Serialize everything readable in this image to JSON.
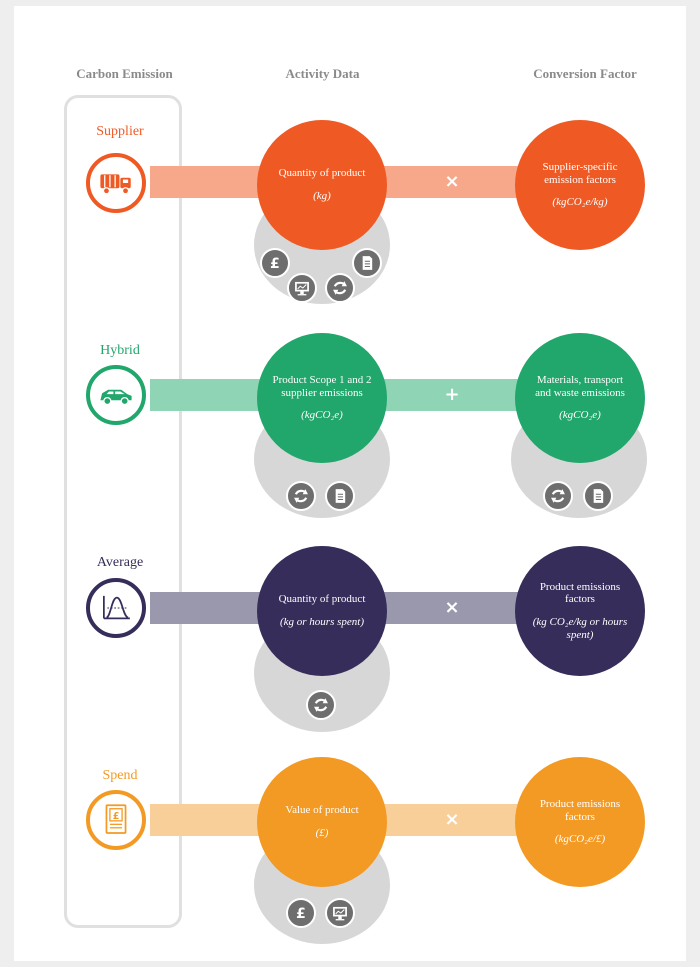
{
  "headers": {
    "carbon_emission": "Carbon Emission",
    "activity_data": "Activity Data",
    "conversion_factor": "Conversion Factor"
  },
  "rows": [
    {
      "category": "Supplier",
      "color": "#ef5a24",
      "band_color": "#f7a88a",
      "category_icon": "truck-icon",
      "operator": "×",
      "activity": {
        "text": "Quantity of product",
        "unit": "(kg)",
        "icons": [
          "pound-icon",
          "document-icon",
          "monitor-chart-icon",
          "refresh-icon"
        ]
      },
      "factor": {
        "text": "Supplier-specific emission factors",
        "unit": "(kgCO₂e/kg)",
        "icons": []
      }
    },
    {
      "category": "Hybrid",
      "color": "#21a66b",
      "band_color": "#8fd4b4",
      "category_icon": "car-icon",
      "operator": "+",
      "activity": {
        "text": "Product Scope 1 and 2 supplier emissions",
        "unit": "(kgCO₂e)",
        "icons": [
          "refresh-icon",
          "document-icon"
        ]
      },
      "factor": {
        "text": "Materials, transport and waste emissions",
        "unit": "(kgCO₂e)",
        "icons": [
          "refresh-icon",
          "document-icon"
        ]
      }
    },
    {
      "category": "Average",
      "color": "#372d5a",
      "band_color": "#9a98ad",
      "category_icon": "bell-curve-icon",
      "operator": "×",
      "activity": {
        "text": "Quantity of product",
        "unit": "(kg or hours spent)",
        "icons": [
          "refresh-icon"
        ]
      },
      "factor": {
        "text": "Product emissions factors",
        "unit": "(kg CO₂e/kg or hours spent)",
        "icons": []
      }
    },
    {
      "category": "Spend",
      "color": "#f39a24",
      "band_color": "#f9cf99",
      "category_icon": "invoice-pound-icon",
      "operator": "×",
      "activity": {
        "text": "Value of product",
        "unit": "(£)",
        "icons": [
          "pound-icon",
          "monitor-chart-icon"
        ]
      },
      "factor": {
        "text": "Product emissions factors",
        "unit": "(kgCO₂e/£)",
        "icons": []
      }
    }
  ]
}
